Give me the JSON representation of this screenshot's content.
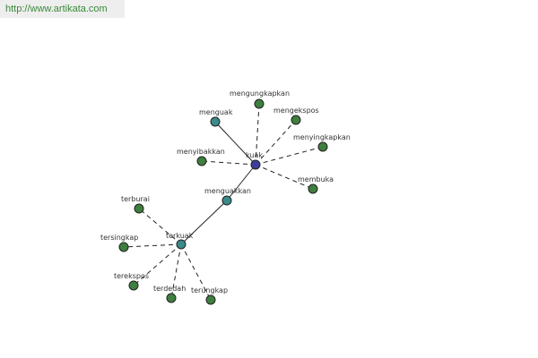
{
  "header": {
    "url": "http://www.artikata.com"
  },
  "colors": {
    "center_node": "#3a3f9a",
    "hub_node": "#3a8a8a",
    "leaf_node": "#3f7f3f",
    "node_border": "#222222",
    "edge": "#222222",
    "url_text": "#3a8a3a"
  },
  "graph": {
    "nodes": [
      {
        "id": "kuak",
        "label": "kuak",
        "kind": "center"
      },
      {
        "id": "menguak",
        "label": "menguak",
        "kind": "hub"
      },
      {
        "id": "menguakkan",
        "label": "menguakkan",
        "kind": "hub"
      },
      {
        "id": "terkuak",
        "label": "terkuak",
        "kind": "hub"
      },
      {
        "id": "mengungkapkan",
        "label": "mengungkapkan",
        "kind": "leaf"
      },
      {
        "id": "mengekspos",
        "label": "mengekspos",
        "kind": "leaf"
      },
      {
        "id": "menyingkapkan",
        "label": "menyingkapkan",
        "kind": "leaf"
      },
      {
        "id": "menyibakkan",
        "label": "menyibakkan",
        "kind": "leaf"
      },
      {
        "id": "membuka",
        "label": "membuka",
        "kind": "leaf"
      },
      {
        "id": "terburai",
        "label": "terburai",
        "kind": "leaf"
      },
      {
        "id": "tersingkap",
        "label": "tersingkap",
        "kind": "leaf"
      },
      {
        "id": "terekspos",
        "label": "terekspos",
        "kind": "leaf"
      },
      {
        "id": "terdedah",
        "label": "terdedah",
        "kind": "leaf"
      },
      {
        "id": "terungkap",
        "label": "terungkap",
        "kind": "leaf"
      }
    ],
    "edges": [
      {
        "from": "kuak",
        "to": "menguak",
        "style": "solid"
      },
      {
        "from": "kuak",
        "to": "menguakkan",
        "style": "solid"
      },
      {
        "from": "menguakkan",
        "to": "terkuak",
        "style": "solid"
      },
      {
        "from": "kuak",
        "to": "mengungkapkan",
        "style": "dashed"
      },
      {
        "from": "kuak",
        "to": "mengekspos",
        "style": "dashed"
      },
      {
        "from": "kuak",
        "to": "menyingkapkan",
        "style": "dashed"
      },
      {
        "from": "kuak",
        "to": "menyibakkan",
        "style": "dashed"
      },
      {
        "from": "kuak",
        "to": "membuka",
        "style": "dashed"
      },
      {
        "from": "terkuak",
        "to": "terburai",
        "style": "dashed"
      },
      {
        "from": "terkuak",
        "to": "tersingkap",
        "style": "dashed"
      },
      {
        "from": "terkuak",
        "to": "terekspos",
        "style": "dashed"
      },
      {
        "from": "terkuak",
        "to": "terdedah",
        "style": "dashed"
      },
      {
        "from": "terkuak",
        "to": "terungkap",
        "style": "dashed"
      }
    ]
  }
}
